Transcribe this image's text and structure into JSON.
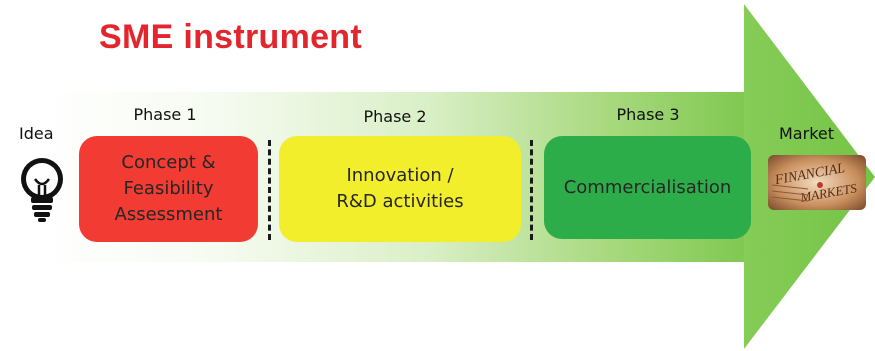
{
  "title": "SME instrument",
  "idea_label": "Idea",
  "market_label": "Market",
  "phases": [
    {
      "label": "Phase 1",
      "box_text": "Concept &\nFeasibility\nAssessment",
      "color": "#f23b33"
    },
    {
      "label": "Phase 2",
      "box_text": "Innovation /\nR&D activities",
      "color": "#f2ee2c"
    },
    {
      "label": "Phase 3",
      "box_text": "Commercialisation",
      "color": "#2dad4a"
    }
  ],
  "arrow_color": "#7ec850",
  "title_color": "#e3262d",
  "icons": {
    "idea": "lightbulb-icon",
    "market": "financial-newspaper-image"
  },
  "market_image_words": [
    "FINANCIAL",
    "MARKETS"
  ]
}
